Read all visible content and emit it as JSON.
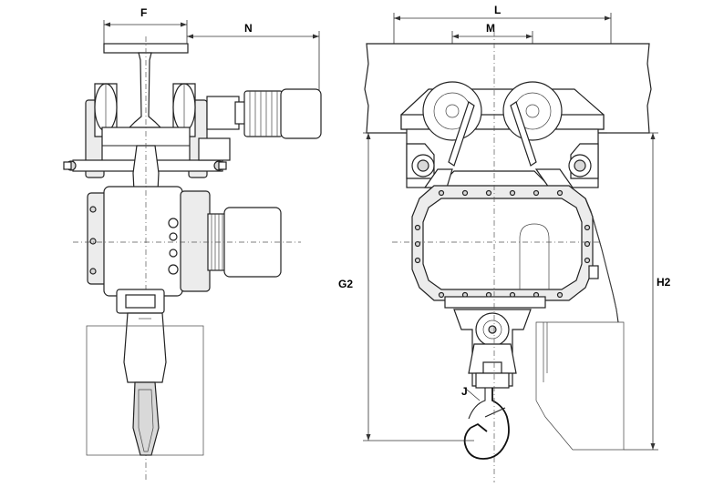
{
  "dimension_labels": {
    "f": "F",
    "n": "N",
    "l": "L",
    "m": "M",
    "g2": "G2",
    "h2": "H2",
    "j": "J"
  },
  "colors": {
    "line": "#222222",
    "background": "#ffffff"
  }
}
